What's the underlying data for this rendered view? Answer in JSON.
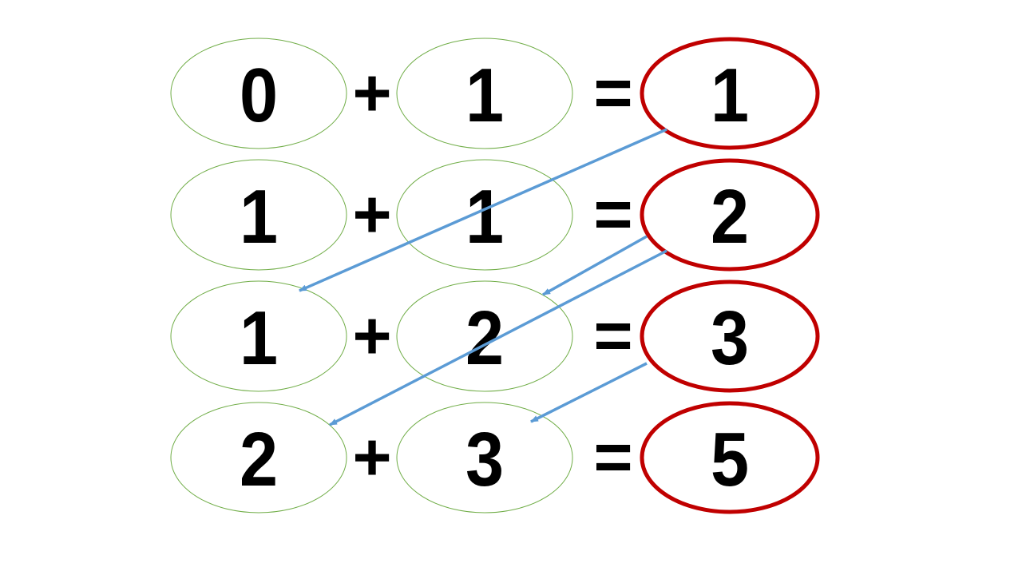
{
  "rows": [
    {
      "a": "0",
      "plus": "+",
      "b": "1",
      "equals": "=",
      "sum": "1"
    },
    {
      "a": "1",
      "plus": "+",
      "b": "1",
      "equals": "=",
      "sum": "2"
    },
    {
      "a": "1",
      "plus": "+",
      "b": "2",
      "equals": "=",
      "sum": "3"
    },
    {
      "a": "2",
      "plus": "+",
      "b": "3",
      "equals": "=",
      "sum": "5"
    }
  ],
  "arrows": [
    {
      "from": "sum of row 1",
      "to": "first operand of row 3"
    },
    {
      "from": "sum of row 2",
      "to": "second operand of row 3"
    },
    {
      "from": "sum of row 2",
      "to": "first operand of row 4"
    },
    {
      "from": "sum of row 3",
      "to": "second operand of row 4"
    }
  ],
  "colors": {
    "operand_outline": "#70ad47",
    "sum_outline": "#c00000",
    "arrow": "#5b9bd5",
    "text": "#000000"
  }
}
